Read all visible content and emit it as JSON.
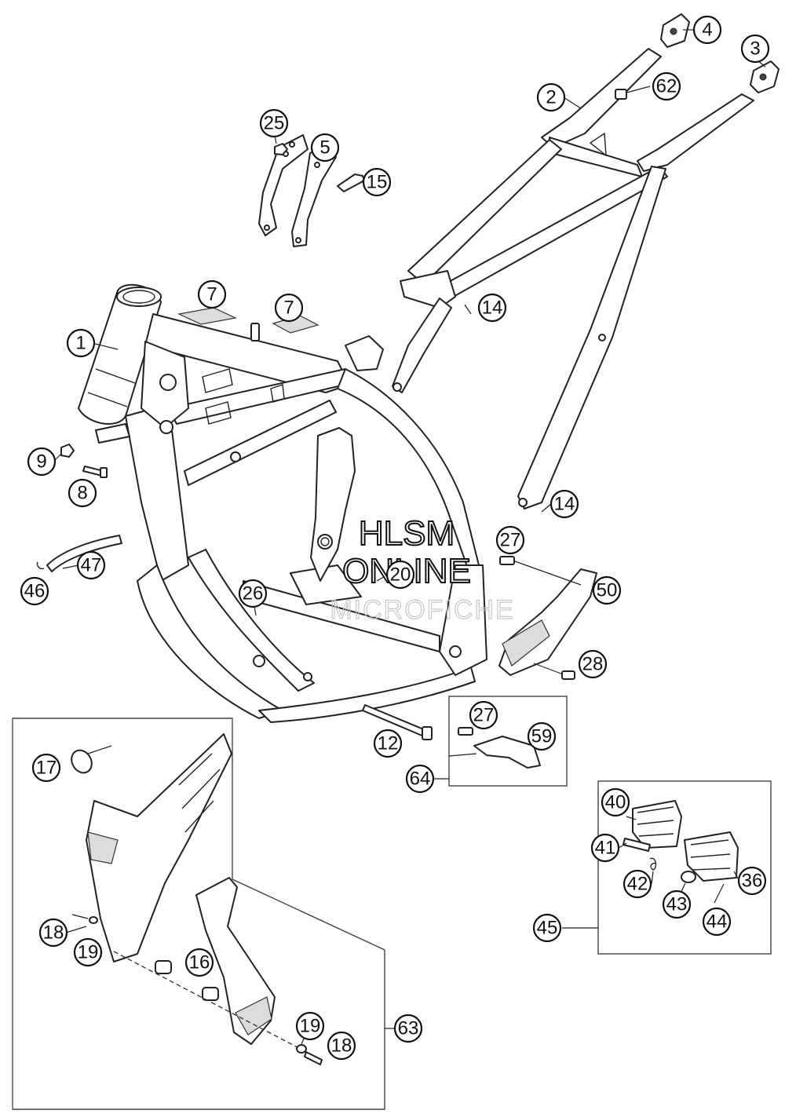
{
  "watermark": {
    "line1": "HLSM",
    "line2": "ONLINE",
    "line3": "MICROFICHE"
  },
  "callouts": {
    "c1": "1",
    "c2": "2",
    "c3": "3",
    "c4": "4",
    "c5": "5",
    "c7a": "7",
    "c7b": "7",
    "c8": "8",
    "c9": "9",
    "c12": "12",
    "c14a": "14",
    "c14b": "14",
    "c15": "15",
    "c16": "16",
    "c17": "17",
    "c18a": "18",
    "c18b": "18",
    "c19a": "19",
    "c19b": "19",
    "c20": "20",
    "c25": "25",
    "c26": "26",
    "c27a": "27",
    "c27b": "27",
    "c28": "28",
    "c36": "36",
    "c40": "40",
    "c41": "41",
    "c42": "42",
    "c43": "43",
    "c44": "44",
    "c45": "45",
    "c46": "46",
    "c47": "47",
    "c50": "50",
    "c59": "59",
    "c62": "62",
    "c63": "63",
    "c64": "64"
  }
}
